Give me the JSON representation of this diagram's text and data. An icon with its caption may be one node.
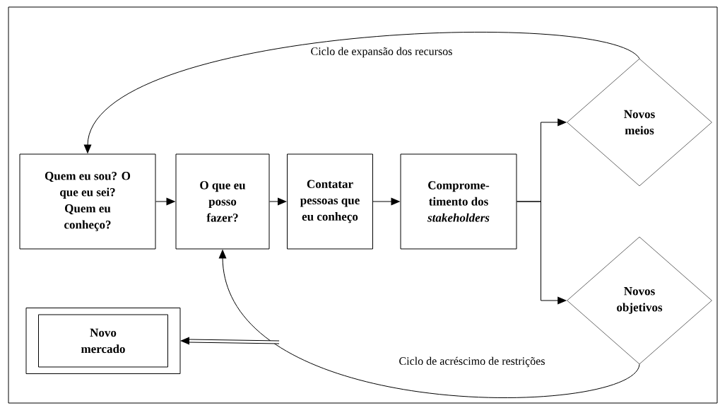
{
  "diagram": {
    "nodes": [
      {
        "text": [
          "Quem eu sou? O que eu sei? Quem eu conheço?"
        ]
      },
      {
        "text": [
          "O que eu posso fazer?"
        ]
      },
      {
        "text": [
          "Contatar pessoas que eu conheço"
        ]
      },
      {
        "text": [
          "Comprome- timento dos *stakeholders*"
        ]
      },
      {
        "text": [
          "Novos meios"
        ]
      },
      {
        "text": [
          "Novos objetivos"
        ]
      },
      {
        "text": [
          "Novo mercado"
        ]
      }
    ],
    "edges": [
      {
        "from": 0,
        "to": 1,
        "arrow": "to"
      },
      {
        "from": 1,
        "to": 2,
        "arrow": "to"
      },
      {
        "from": 2,
        "to": 3,
        "arrow": "to"
      },
      {
        "from": 3,
        "to": 4,
        "arrow": "to"
      },
      {
        "from": 3,
        "to": 5,
        "arrow": "to"
      },
      {
        "from": 4,
        "to": 0,
        "arrow": "to",
        "label": "Ciclo  de expansão dos recursos"
      },
      {
        "from": 5,
        "to": 1,
        "arrow": "to",
        "label": "Ciclo  de acréscimo  de restrições"
      },
      {
        "from": null,
        "to": 6,
        "arrow": "to",
        "style": "thick"
      }
    ]
  }
}
